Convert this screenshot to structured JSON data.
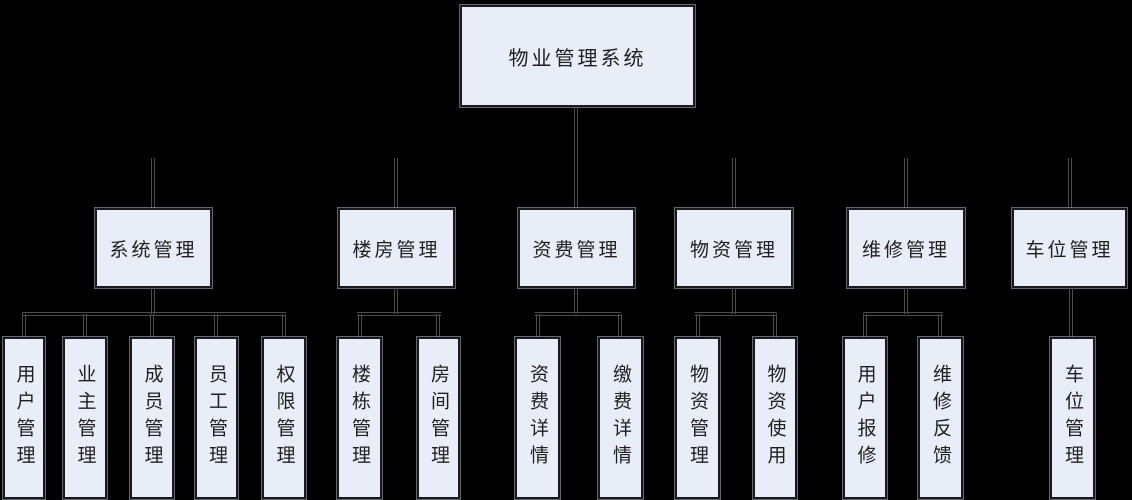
{
  "root": {
    "label": "物业管理系统"
  },
  "branches": [
    {
      "label": "系统管理",
      "children": [
        "用户管理",
        "业主管理",
        "成员管理",
        "员工管理",
        "权限管理"
      ]
    },
    {
      "label": "楼房管理",
      "children": [
        "楼栋管理",
        "房间管理"
      ]
    },
    {
      "label": "资费管理",
      "children": [
        "资费详情",
        "缴费详情"
      ]
    },
    {
      "label": "物资管理",
      "children": [
        "物资管理",
        "物资使用"
      ]
    },
    {
      "label": "维修管理",
      "children": [
        "用户报修",
        "维修反馈"
      ]
    },
    {
      "label": "车位管理",
      "children": [
        "车位管理"
      ]
    }
  ],
  "colors": {
    "background": "#000000",
    "box_fill": "#e9edf7",
    "box_border": "#17171c",
    "box_halo": "#b0bacb",
    "connector_line": "#4c4c4c",
    "text": "#1f1f1f"
  }
}
